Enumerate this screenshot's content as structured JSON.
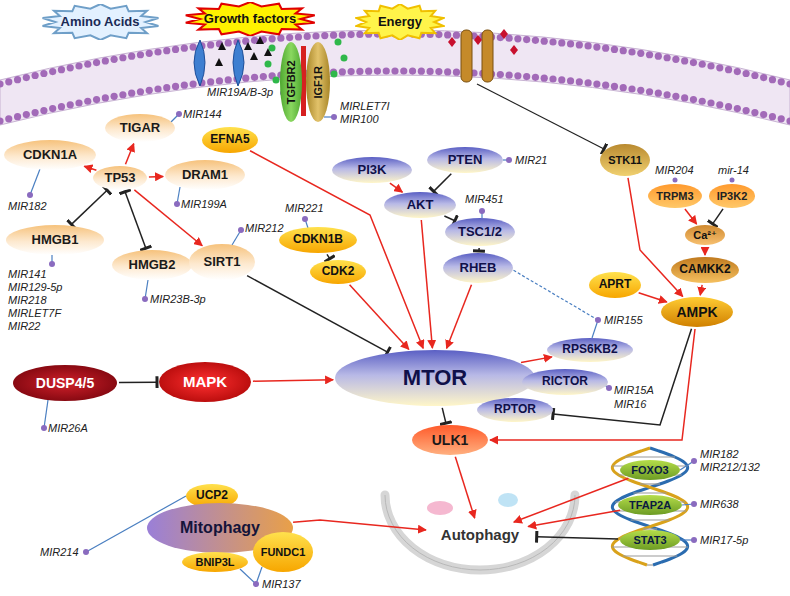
{
  "diagram": {
    "nodes": [
      {
        "text": [
          "Amino Acids"
        ]
      },
      {
        "text": [
          "Growth factors"
        ]
      },
      {
        "text": [
          "Energy"
        ]
      },
      {
        "text": [
          "TGFBR2"
        ]
      },
      {
        "text": [
          "IGF1R"
        ]
      },
      {
        "text": [
          "TIGAR"
        ]
      },
      {
        "text": [
          "CDKN1A"
        ]
      },
      {
        "text": [
          "TP53"
        ]
      },
      {
        "text": [
          "DRAM1"
        ]
      },
      {
        "text": [
          "HMGB1"
        ]
      },
      {
        "text": [
          "HMGB2"
        ]
      },
      {
        "text": [
          "SIRT1"
        ]
      },
      {
        "text": [
          "EFNA5"
        ]
      },
      {
        "text": [
          "PI3K"
        ]
      },
      {
        "text": [
          "PTEN"
        ]
      },
      {
        "text": [
          "AKT"
        ]
      },
      {
        "text": [
          "TSC1/2"
        ]
      },
      {
        "text": [
          "RHEB"
        ]
      },
      {
        "text": [
          "CDKN1B"
        ]
      },
      {
        "text": [
          "CDK2"
        ]
      },
      {
        "text": [
          "STK11"
        ]
      },
      {
        "text": [
          "TRPM3"
        ]
      },
      {
        "text": [
          "IP3K2"
        ]
      },
      {
        "text": [
          "Ca²⁺"
        ]
      },
      {
        "text": [
          "CAMKK2"
        ]
      },
      {
        "text": [
          "APRT"
        ]
      },
      {
        "text": [
          "AMPK"
        ]
      },
      {
        "text": [
          "DUSP4/5"
        ]
      },
      {
        "text": [
          "MAPK"
        ]
      },
      {
        "text": [
          "MTOR"
        ]
      },
      {
        "text": [
          "RPS6KB2"
        ]
      },
      {
        "text": [
          "RICTOR"
        ]
      },
      {
        "text": [
          "RPTOR"
        ]
      },
      {
        "text": [
          "ULK1"
        ]
      },
      {
        "text": [
          "UCP2"
        ]
      },
      {
        "text": [
          "Mitophagy"
        ]
      },
      {
        "text": [
          "BNIP3L"
        ]
      },
      {
        "text": [
          "FUNDC1"
        ]
      },
      {
        "text": [
          "FOXO3"
        ]
      },
      {
        "text": [
          "TFAP2A"
        ]
      },
      {
        "text": [
          "STAT3"
        ]
      },
      {
        "text": [
          "Autophagy"
        ]
      }
    ],
    "edges": [
      {
        "from": 7,
        "to": 5,
        "arrow": "to"
      },
      {
        "from": 7,
        "to": 6,
        "arrow": "to"
      },
      {
        "from": 7,
        "to": 8,
        "arrow": "to"
      },
      {
        "from": 7,
        "to": 9,
        "arrow": "both"
      },
      {
        "from": 7,
        "to": 10,
        "arrow": "both"
      },
      {
        "from": 7,
        "to": 11,
        "arrow": "to"
      },
      {
        "from": 11,
        "to": 29,
        "arrow": "to"
      },
      {
        "from": 12,
        "to": 29,
        "arrow": "to"
      },
      {
        "from": 13,
        "to": 15,
        "arrow": "to"
      },
      {
        "from": 14,
        "to": 15,
        "arrow": "to"
      },
      {
        "from": 15,
        "to": 16,
        "arrow": "to"
      },
      {
        "from": 15,
        "to": 29,
        "arrow": "to"
      },
      {
        "from": 16,
        "to": 17,
        "arrow": "to"
      },
      {
        "from": 17,
        "to": 29,
        "arrow": "to"
      },
      {
        "from": 18,
        "to": 19,
        "arrow": "to"
      },
      {
        "from": 19,
        "to": 29,
        "arrow": "to"
      },
      {
        "from": 27,
        "to": 28,
        "arrow": "to"
      },
      {
        "from": 28,
        "to": 29,
        "arrow": "to"
      },
      {
        "from": 29,
        "to": 30,
        "arrow": "to"
      },
      {
        "from": 29,
        "to": 33,
        "arrow": "to"
      },
      {
        "from": 33,
        "to": 41,
        "arrow": "to"
      },
      {
        "from": 20,
        "to": 26,
        "arrow": "to"
      },
      {
        "from": 21,
        "to": 23,
        "arrow": "to"
      },
      {
        "from": 22,
        "to": 23,
        "arrow": "to"
      },
      {
        "from": 23,
        "to": 24,
        "arrow": "to"
      },
      {
        "from": 24,
        "to": 26,
        "arrow": "to"
      },
      {
        "from": 25,
        "to": 26,
        "arrow": "to"
      },
      {
        "from": 26,
        "to": 32,
        "arrow": "to"
      },
      {
        "from": 26,
        "to": 33,
        "arrow": "to"
      },
      {
        "from": 35,
        "to": 41,
        "arrow": "to"
      },
      {
        "from": 38,
        "to": 41,
        "arrow": "to"
      },
      {
        "from": 39,
        "to": 41,
        "arrow": "to"
      },
      {
        "from": 40,
        "to": 41,
        "arrow": "to"
      }
    ],
    "labels": [
      "MIR144",
      "MIR182",
      "MIR199A",
      "MIR141",
      "MIR129-5p",
      "MIR218",
      "MIRLET7F",
      "MIR22",
      "MIR23B-3p",
      "MIR212",
      "MIR221",
      "MIR19A/B-3p",
      "MIRLET7I",
      "MIR100",
      "MIR21",
      "MIR451",
      "MIR155",
      "MIR15A",
      "MIR16",
      "MIR204",
      "mir-14",
      "MIR182",
      "MIR212/132",
      "MIR638",
      "MIR17-5p",
      "MIR26A",
      "MIR214",
      "MIR137"
    ]
  }
}
